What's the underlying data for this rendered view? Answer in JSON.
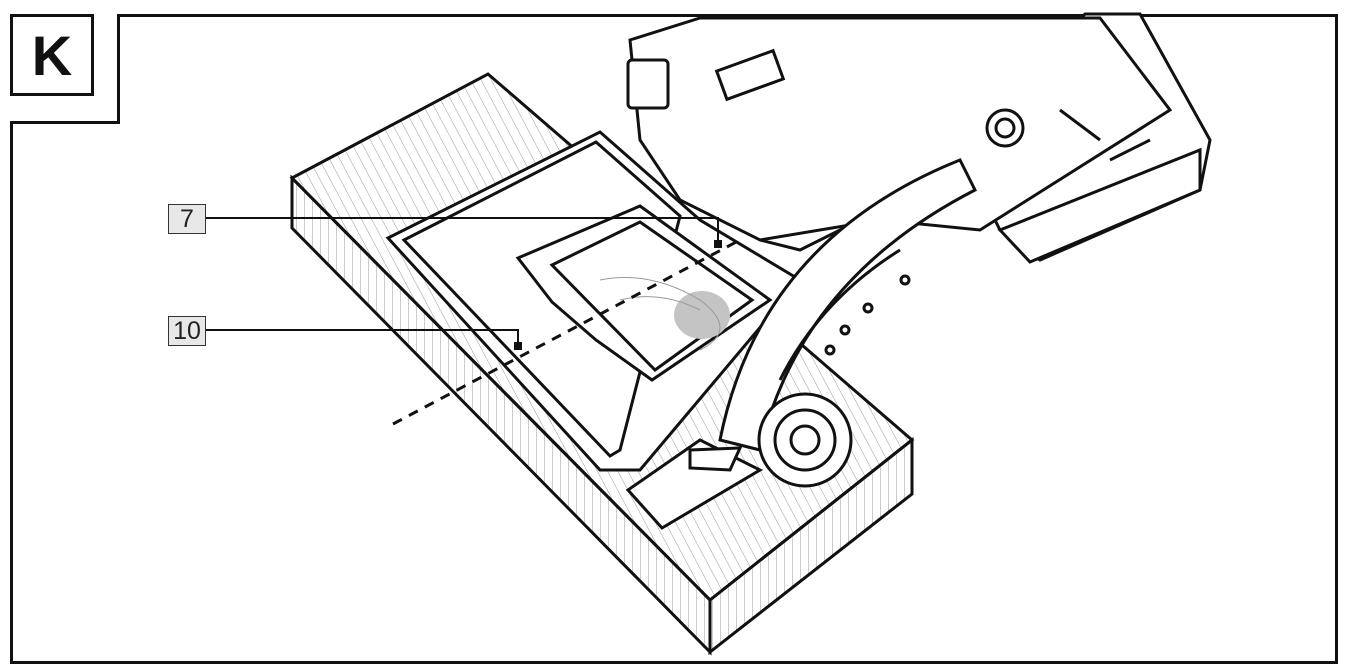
{
  "figure": {
    "panel_letter": "K",
    "callouts": [
      {
        "label": "7"
      },
      {
        "label": "10"
      }
    ]
  }
}
